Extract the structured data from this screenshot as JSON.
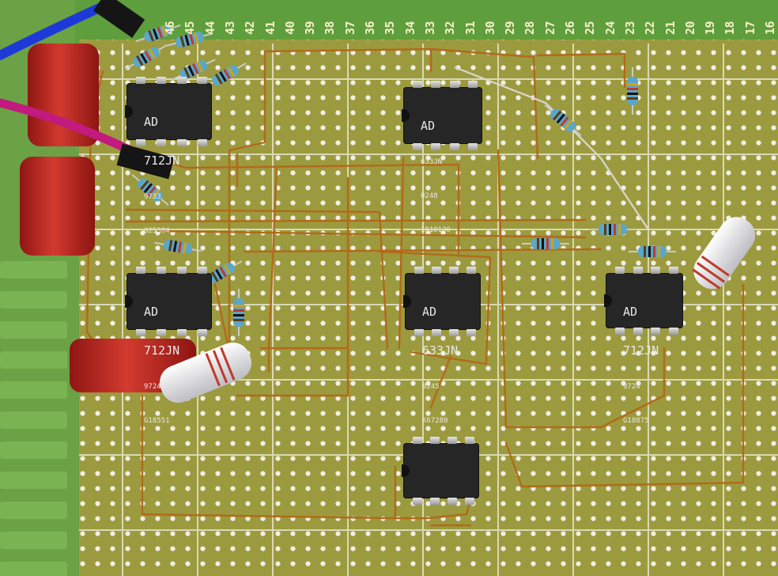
{
  "board": {
    "column_numbers": [
      "46",
      "45",
      "44",
      "43",
      "42",
      "41",
      "40",
      "39",
      "38",
      "37",
      "36",
      "35",
      "34",
      "33",
      "32",
      "31",
      "30",
      "29",
      "28",
      "27",
      "26",
      "25",
      "24",
      "23",
      "22",
      "21",
      "20",
      "19",
      "18",
      "17",
      "16"
    ]
  },
  "chips": [
    {
      "id": "u1",
      "line1": "AD",
      "line2": "712JN",
      "line3": "9733",
      "line4": "G25384"
    },
    {
      "id": "u2",
      "line1": "AD",
      "line2": "633JN",
      "line3": "0248",
      "line4": "1010130"
    },
    {
      "id": "u3",
      "line1": "AD",
      "line2": "712JN",
      "line3": "9724",
      "line4": "G18551"
    },
    {
      "id": "u4",
      "line1": "AD",
      "line2": "633JN",
      "line3": "0245",
      "line4": "K67280"
    },
    {
      "id": "u5",
      "line1": "AD",
      "line2": "712JN",
      "line3": "9724",
      "line4": "G18875"
    },
    {
      "id": "u6",
      "line1": "",
      "line2": "",
      "line3": "",
      "line4": ""
    }
  ],
  "colors": {
    "board": "#9c9a3e",
    "copper_strip": "#5f9e3c",
    "copper_wire": "#b26a1a",
    "chip_body": "#262626",
    "capacitor": "#b8231f",
    "resistor_body": "#5aa7c8",
    "power_resistor": "#e9e9ea",
    "wire_blue": "#1d3ad8",
    "wire_magenta": "#c21a7e"
  }
}
